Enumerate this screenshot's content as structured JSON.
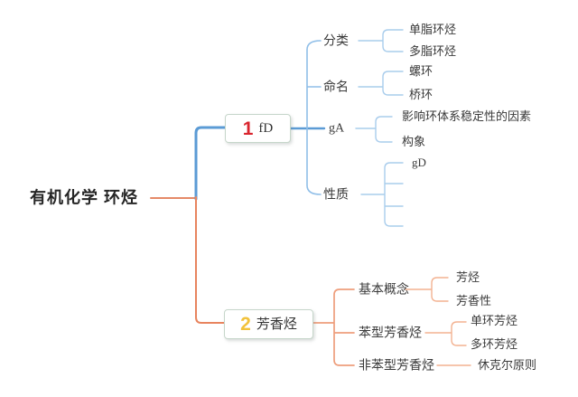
{
  "root": {
    "label": "有机化学 环烃"
  },
  "branches": [
    {
      "number": "1",
      "label": "fD",
      "number_color": "#d9252e",
      "line_color": "#5b9bd5",
      "children": [
        {
          "label": "分类",
          "children": [
            {
              "label": "单脂环烃"
            },
            {
              "label": "多脂环烃"
            }
          ]
        },
        {
          "label": "命名",
          "children": [
            {
              "label": "螺环"
            },
            {
              "label": "桥环"
            }
          ]
        },
        {
          "label": "gA",
          "children": [
            {
              "label": "影响环体系稳定性的因素"
            },
            {
              "label": "构象"
            }
          ]
        },
        {
          "label": "性质",
          "children": [
            {
              "label": "gD"
            },
            {
              "label": ""
            },
            {
              "label": ""
            },
            {
              "label": ""
            }
          ]
        }
      ]
    },
    {
      "number": "2",
      "label": "芳香烃",
      "number_color": "#f2c23a",
      "line_color": "#e8845e",
      "children": [
        {
          "label": "基本概念",
          "children": [
            {
              "label": "芳烃"
            },
            {
              "label": "芳香性"
            }
          ]
        },
        {
          "label": "苯型芳香烃",
          "children": [
            {
              "label": "单环芳烃"
            },
            {
              "label": "多环芳烃"
            }
          ]
        },
        {
          "label": "非苯型芳香烃",
          "children": [
            {
              "label": "休克尔原则"
            }
          ]
        }
      ]
    }
  ],
  "colors": {
    "branch1_main": "#5b9bd5",
    "branch1_mid": "#8fbee8",
    "branch1_light": "#a9cdec",
    "branch2_main": "#e8845e",
    "branch2_mid": "#ee9e7c",
    "branch2_light": "#f3b291",
    "root_stub": "#e58a68",
    "box_border": "#c6d6ca",
    "text": "#333333"
  }
}
